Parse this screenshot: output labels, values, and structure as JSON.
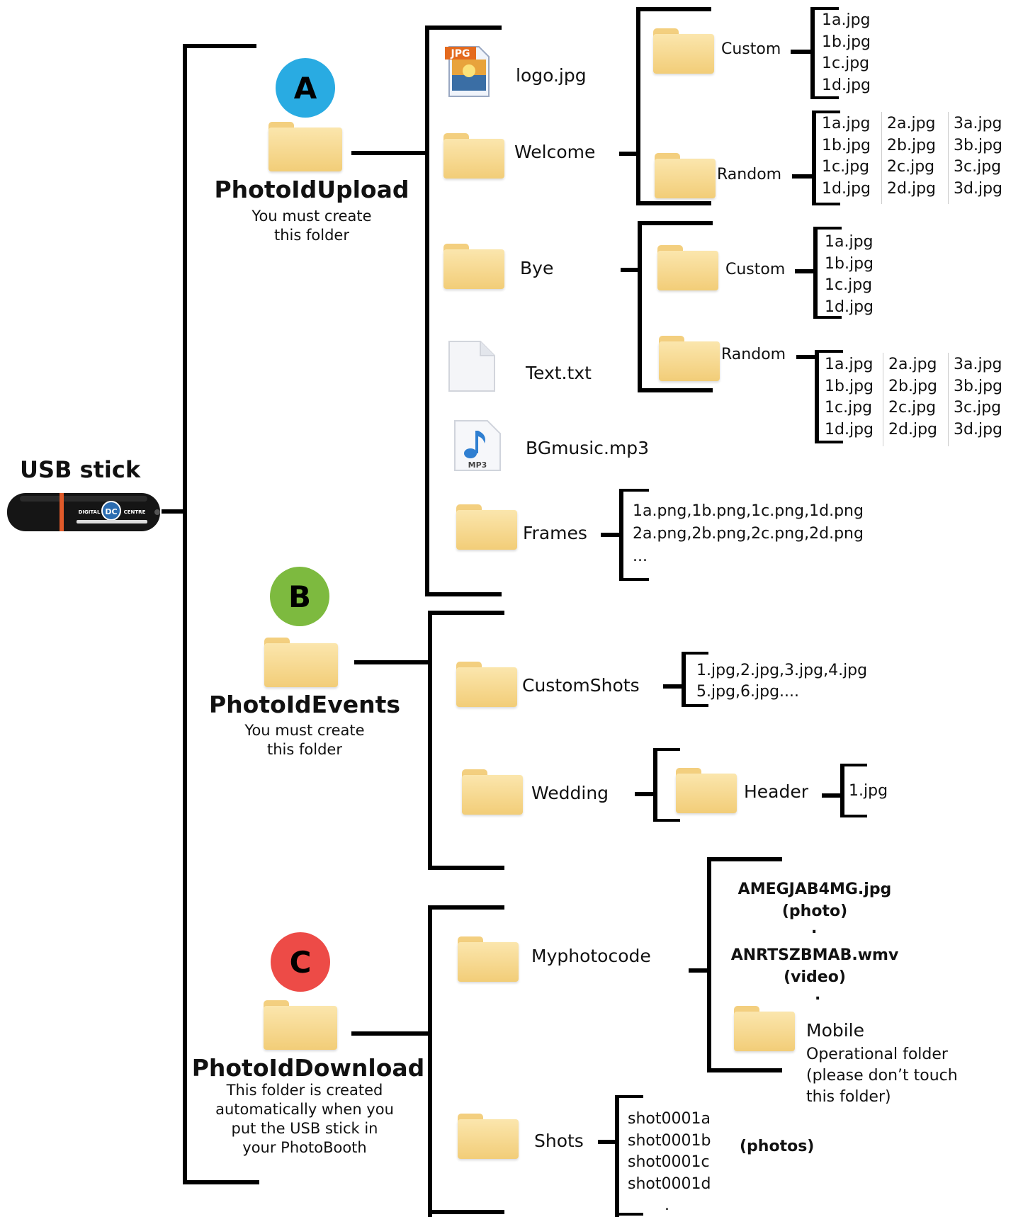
{
  "root": {
    "label": "USB stick",
    "logo_text": "DIGITAL DC CENTRE"
  },
  "colors": {
    "circle_a": "#29abe2",
    "circle_b": "#7dba3f",
    "circle_c": "#ed4b47",
    "folder": "#f5d68a"
  },
  "a": {
    "badge": "A",
    "title": "PhotoIdUpload",
    "note": [
      "You must create",
      "this folder"
    ],
    "logo": "logo.jpg",
    "jpg_badge": "JPG",
    "welcome": "Welcome",
    "bye": "Bye",
    "text": "Text.txt",
    "music": "BGmusic.mp3",
    "mp3_badge": "MP3",
    "frames": "Frames",
    "frames_files": [
      "1a.png,1b.png,1c.png,1d.png",
      "2a.png,2b.png,2c.png,2d.png",
      "..."
    ]
  },
  "custom": "Custom",
  "random": "Random",
  "custom_files": [
    "1a.jpg",
    "1b.jpg",
    "1c.jpg",
    "1d.jpg"
  ],
  "random_files": {
    "col1": [
      "1a.jpg",
      "1b.jpg",
      "1c.jpg",
      "1d.jpg"
    ],
    "col2": [
      "2a.jpg",
      "2b.jpg",
      "2c.jpg",
      "2d.jpg"
    ],
    "col3": [
      "3a.jpg",
      "3b.jpg",
      "3c.jpg",
      "3d.jpg"
    ]
  },
  "b": {
    "badge": "B",
    "title": "PhotoIdEvents",
    "note": [
      "You must create",
      "this folder"
    ],
    "customshots": "CustomShots",
    "customshots_files": [
      "1.jpg,2.jpg,3.jpg,4.jpg",
      "5.jpg,6.jpg...."
    ],
    "wedding": "Wedding",
    "header": "Header",
    "header_file": "1.jpg"
  },
  "c": {
    "badge": "C",
    "title": "PhotoIdDownload",
    "note": [
      "This folder is created",
      "automatically when you",
      "put the USB stick in",
      "your PhotoBooth"
    ],
    "myphotocode": "Myphotocode",
    "photo_file": "AMEGJAB4MG.jpg",
    "photo_tag": "(photo)",
    "video_file": "ANRTSZBMAB.wmv",
    "video_tag": "(video)",
    "dot": ".",
    "mobile": "Mobile",
    "mobile_note": [
      "Operational folder",
      "(please don’t touch",
      "this folder)"
    ],
    "shots": "Shots",
    "shots_files": [
      "shot0001a",
      "shot0001b",
      "shot0001c",
      "shot0001d",
      "."
    ],
    "photos_tag": "(photos)"
  }
}
